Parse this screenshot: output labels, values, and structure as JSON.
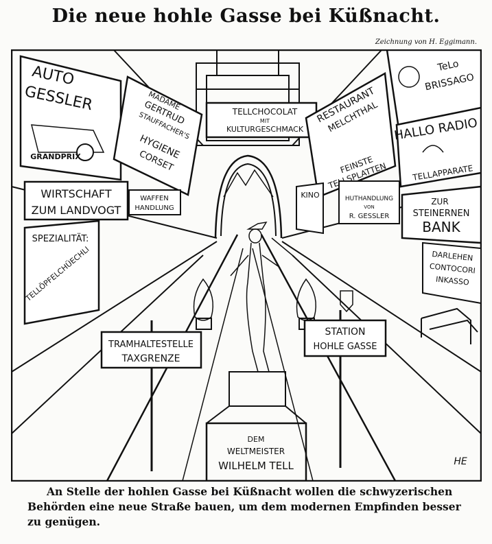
{
  "title": "Die neue hohle Gasse bei Küßnacht.",
  "credit": "Zeichnung von H. Eggimann.",
  "signature": "HE",
  "signs": {
    "auto_gessler": [
      "AUTO",
      "GESSLER"
    ],
    "grand_prix": "GRANDPRIX",
    "madame": [
      "MADAME",
      "GERTRUD",
      "STAUFFACHER'S",
      "HYGIENE",
      "CORSET"
    ],
    "tellchocolat": [
      "TELLCHOCOLAT",
      "MIT",
      "KULTURGESCHMACK"
    ],
    "restaurant": [
      "RESTAURANT",
      "MELCHTHAL"
    ],
    "tellsplatten": [
      "FEINSTE",
      "TELLSPLATTEN"
    ],
    "telo": [
      "TeLo",
      "BRISSAGO"
    ],
    "hallo_radio": "HALLO RADIO",
    "tellapparate": "TELLAPPARATE",
    "wirtschaft": [
      "WIRTSCHAFT",
      "ZUM LANDVOGT"
    ],
    "waffen": [
      "WAFFEN",
      "HANDLUNG"
    ],
    "spezialitaet": [
      "SPEZIALITÄT:",
      "TELLÖPFELCHÜECHLI"
    ],
    "kino": "KINO",
    "huthandlung": [
      "HUTHANDLUNG",
      "VON",
      "R. GESSLER"
    ],
    "bank": [
      "ZUR",
      "STEINERNEN",
      "BANK"
    ],
    "darlehen": [
      "DARLEHEN",
      "CONTOCORI",
      "INKASSO"
    ],
    "tramhaltestelle": [
      "TRAMHALTESTELLE",
      "TAXGRENZE"
    ],
    "station": [
      "STATION",
      "HOHLE GASSE"
    ],
    "pedestal": [
      "DEM",
      "WELTMEISTER",
      "WILHELM TELL"
    ]
  },
  "caption": "An Stelle der hohlen Gasse bei Küßnacht wollen die schwyzerischen Behörden eine neue Straße bauen, um dem modernen Empfinden besser zu genügen."
}
